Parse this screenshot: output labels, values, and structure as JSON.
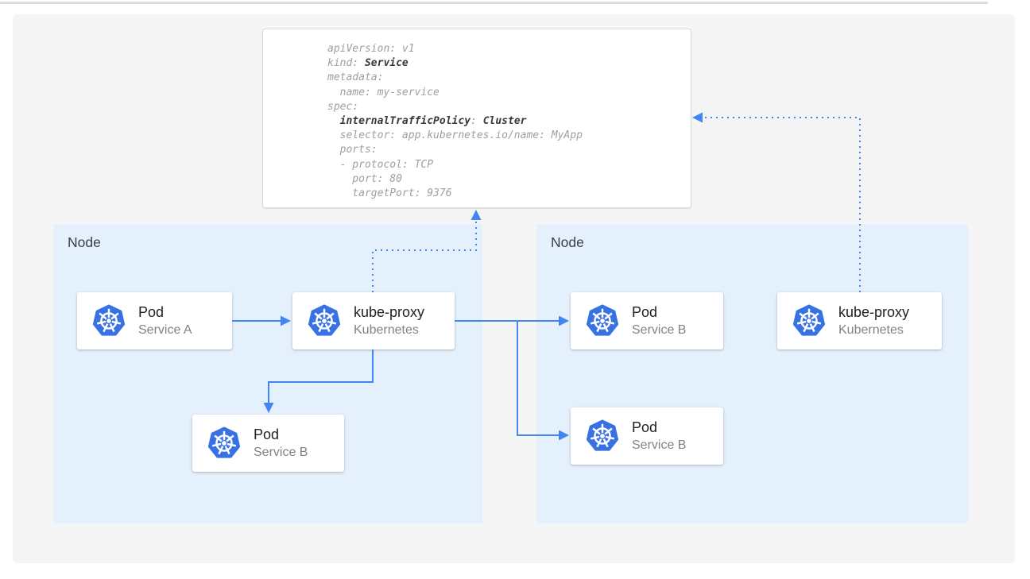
{
  "colors": {
    "accent": "#4285f4",
    "k8s_blue": "#3871e3",
    "node_bg": "#e4f0fc",
    "panel_bg": "#f5f5f5",
    "border": "#dadce0",
    "code_text": "#9aa0a6",
    "code_bold": "#37393b",
    "card_title": "#202124",
    "card_subtitle": "#7f8388",
    "node_label": "#3c4043"
  },
  "yaml_panel": {
    "lines": [
      [
        {
          "t": "apiVersion: v1"
        }
      ],
      [
        {
          "t": "kind: "
        },
        {
          "t": "Service",
          "b": true
        }
      ],
      [
        {
          "t": "metadata:"
        }
      ],
      [
        {
          "t": "  name: my-service"
        }
      ],
      [
        {
          "t": "spec:"
        }
      ],
      [
        {
          "t": "  "
        },
        {
          "t": "internalTrafficPolicy",
          "b": true
        },
        {
          "t": ": "
        },
        {
          "t": "Cluster",
          "b": true
        }
      ],
      [
        {
          "t": "  selector: app.kubernetes.io/name: MyApp"
        }
      ],
      [
        {
          "t": "  ports:"
        }
      ],
      [
        {
          "t": "  - protocol: TCP"
        }
      ],
      [
        {
          "t": "    port: 80"
        }
      ],
      [
        {
          "t": "    targetPort: 9376"
        }
      ]
    ]
  },
  "nodes": [
    {
      "label": "Node",
      "cards": [
        {
          "icon": "kubernetes-logo",
          "title": "Pod",
          "subtitle": "Service A"
        },
        {
          "icon": "kubernetes-logo",
          "title": "kube-proxy",
          "subtitle": "Kubernetes"
        },
        {
          "icon": "kubernetes-logo",
          "title": "Pod",
          "subtitle": "Service B"
        }
      ]
    },
    {
      "label": "Node",
      "cards": [
        {
          "icon": "kubernetes-logo",
          "title": "Pod",
          "subtitle": "Service B"
        },
        {
          "icon": "kubernetes-logo",
          "title": "Pod",
          "subtitle": "Service B"
        },
        {
          "icon": "kubernetes-logo",
          "title": "kube-proxy",
          "subtitle": "Kubernetes"
        }
      ]
    }
  ]
}
